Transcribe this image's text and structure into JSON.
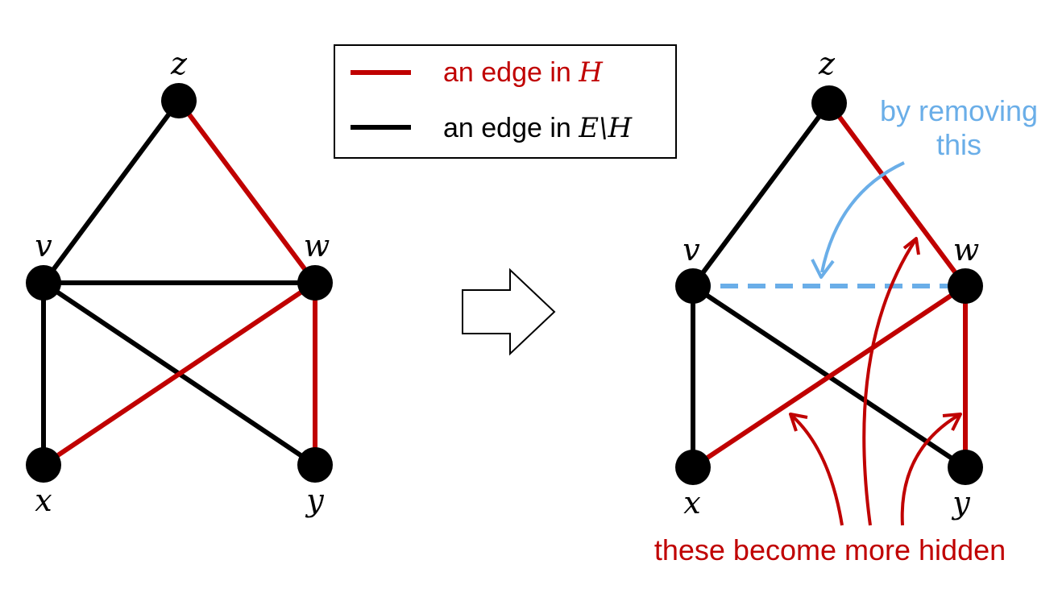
{
  "colors": {
    "red": "#c00000",
    "black": "#000000",
    "blue": "#6aaee8"
  },
  "legend": {
    "red_entry": {
      "text": "an edge in ",
      "math": "H"
    },
    "black_entry": {
      "text": "an edge in ",
      "math": "E\\H"
    }
  },
  "left_graph": {
    "nodes": {
      "z": "z",
      "v": "v",
      "w": "w",
      "x": "x",
      "y": "y"
    },
    "edges": [
      {
        "from": "z",
        "to": "v",
        "type": "E\\H"
      },
      {
        "from": "z",
        "to": "w",
        "type": "H"
      },
      {
        "from": "v",
        "to": "w",
        "type": "E\\H"
      },
      {
        "from": "v",
        "to": "x",
        "type": "E\\H"
      },
      {
        "from": "v",
        "to": "y",
        "type": "E\\H"
      },
      {
        "from": "w",
        "to": "x",
        "type": "H"
      },
      {
        "from": "w",
        "to": "y",
        "type": "H"
      }
    ]
  },
  "right_graph": {
    "nodes": {
      "z": "z",
      "v": "v",
      "w": "w",
      "x": "x",
      "y": "y"
    },
    "edges": [
      {
        "from": "z",
        "to": "v",
        "type": "E\\H"
      },
      {
        "from": "z",
        "to": "w",
        "type": "H"
      },
      {
        "from": "v",
        "to": "w",
        "type": "removed"
      },
      {
        "from": "v",
        "to": "x",
        "type": "E\\H"
      },
      {
        "from": "v",
        "to": "y",
        "type": "E\\H"
      },
      {
        "from": "w",
        "to": "x",
        "type": "H"
      },
      {
        "from": "w",
        "to": "y",
        "type": "H"
      }
    ]
  },
  "annotations": {
    "removing_line1": "by removing",
    "removing_line2": "this",
    "hidden": "these become more hidden"
  }
}
